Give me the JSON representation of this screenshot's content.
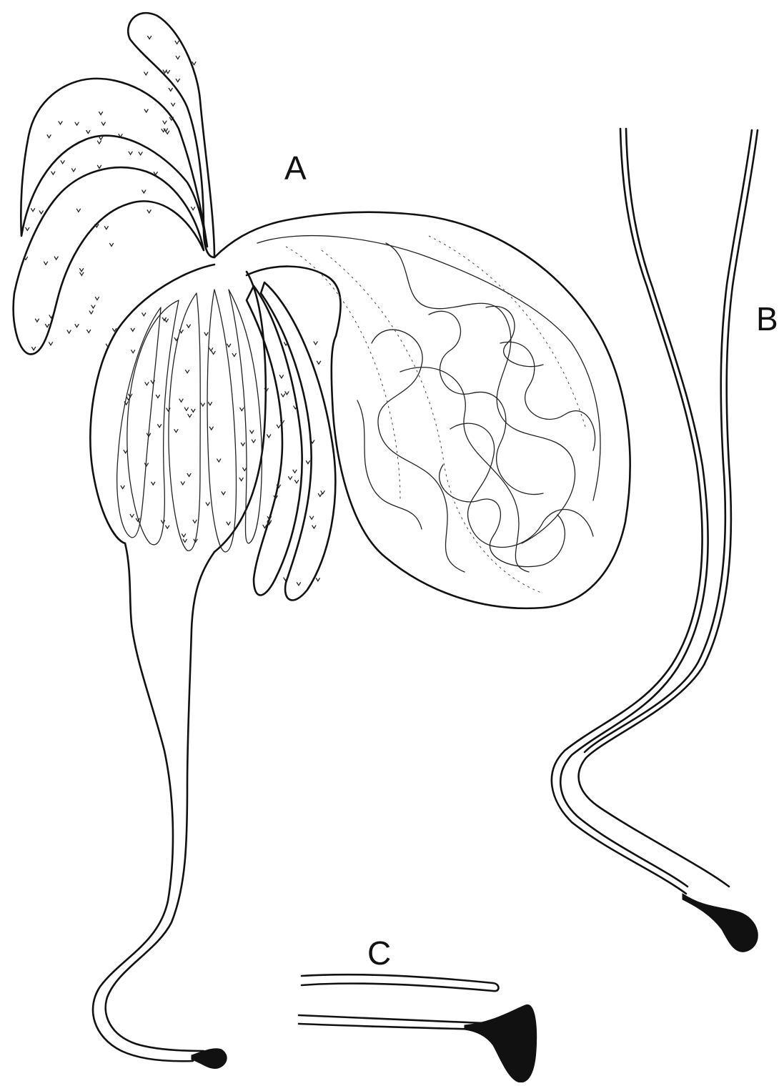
{
  "labels": {
    "a": "A",
    "b": "B",
    "c": "C"
  },
  "colors": {
    "ink": "#111111",
    "paper": "#ffffff"
  }
}
